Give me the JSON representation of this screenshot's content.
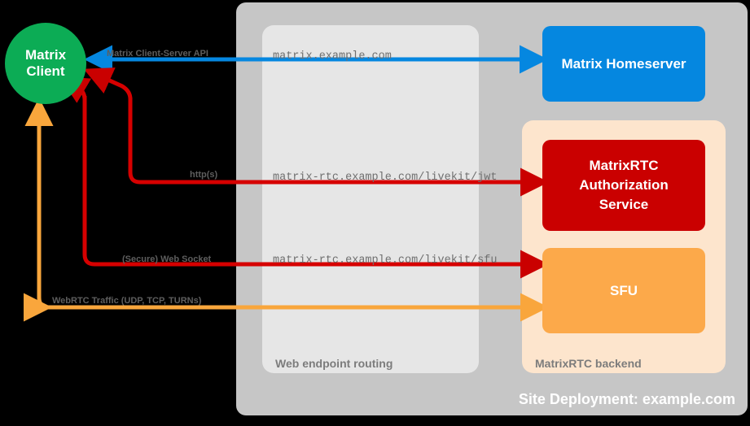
{
  "diagram": {
    "title": "Site Deployment: example.com",
    "containers": {
      "site": {
        "label": "Site Deployment: example.com",
        "color": "#c6c6c6"
      },
      "web_routing": {
        "label": "Web endpoint routing",
        "color": "#e6e6e6"
      },
      "matrixrtc_backend": {
        "label": "MatrixRTC backend",
        "color": "#fde5cd"
      }
    },
    "nodes": [
      {
        "id": "matrix-client",
        "label_line1": "Matrix",
        "label_line2": "Client",
        "shape": "circle",
        "color": "#0cac55"
      },
      {
        "id": "matrix-homeserver",
        "label": "Matrix Homeserver",
        "shape": "rounded-rect",
        "color": "#0587e0"
      },
      {
        "id": "matrixrtc-auth",
        "label_line1": "MatrixRTC",
        "label_line2": "Authorization",
        "label_line3": "Service",
        "shape": "rounded-rect",
        "color": "#ca0000"
      },
      {
        "id": "sfu",
        "label": "SFU",
        "shape": "rounded-rect",
        "color": "#fca94a"
      }
    ],
    "endpoints": [
      {
        "id": "url-homeserver",
        "text": "matrix.example.com"
      },
      {
        "id": "url-jwt",
        "text": "matrix-rtc.example.com/livekit/jwt"
      },
      {
        "id": "url-sfu",
        "text": "matrix-rtc.example.com/livekit/sfu"
      }
    ],
    "flows": [
      {
        "id": "flow-cs-api",
        "label": "Matrix Client-Server API",
        "color": "#0587e0"
      },
      {
        "id": "flow-https",
        "label": "http(s)",
        "color": "#d60000"
      },
      {
        "id": "flow-websocket",
        "label": "(Secure) Web Socket",
        "color": "#d60000"
      },
      {
        "id": "flow-webrtc",
        "label": "WebRTC Traffic (UDP, TCP, TURNs)",
        "color": "#f9a63c"
      }
    ]
  }
}
